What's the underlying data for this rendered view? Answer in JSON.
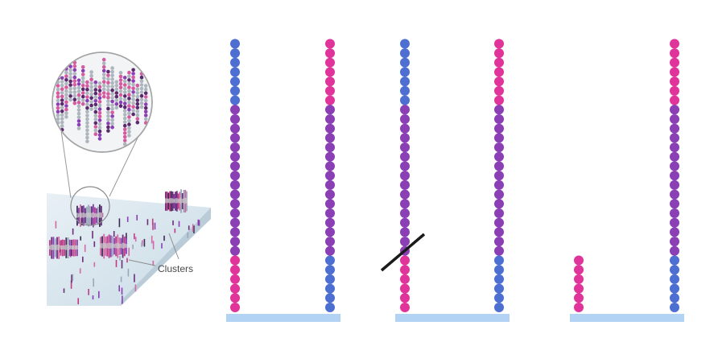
{
  "illustration": {
    "label": "Clusters"
  },
  "colors": {
    "blue": "#4d6fd1",
    "magenta": "#e0349a",
    "purple": "#8a3fb5",
    "substrate": "#b3d3f5",
    "glass": "#dfeaf2",
    "cut": "#1a1a1a"
  },
  "panels": [
    {
      "name": "panel-1",
      "strands": [
        {
          "name": "left-strand",
          "segments": [
            [
              "blue",
              7
            ],
            [
              "purple",
              16
            ],
            [
              "magenta",
              6
            ]
          ]
        },
        {
          "name": "right-strand",
          "segments": [
            [
              "magenta",
              7
            ],
            [
              "purple",
              16
            ],
            [
              "blue",
              6
            ]
          ]
        }
      ]
    },
    {
      "name": "panel-2",
      "cut_mark": true,
      "strands": [
        {
          "name": "left-strand",
          "segments": [
            [
              "blue",
              7
            ],
            [
              "purple",
              16
            ],
            [
              "magenta",
              6
            ]
          ]
        },
        {
          "name": "right-strand",
          "segments": [
            [
              "magenta",
              7
            ],
            [
              "purple",
              16
            ],
            [
              "blue",
              6
            ]
          ]
        }
      ]
    },
    {
      "name": "panel-3",
      "strands": [
        {
          "name": "left-strand",
          "segments": [
            [
              "magenta",
              6
            ]
          ]
        },
        {
          "name": "right-strand",
          "segments": [
            [
              "magenta",
              7
            ],
            [
              "purple",
              16
            ],
            [
              "blue",
              6
            ]
          ]
        }
      ]
    }
  ]
}
